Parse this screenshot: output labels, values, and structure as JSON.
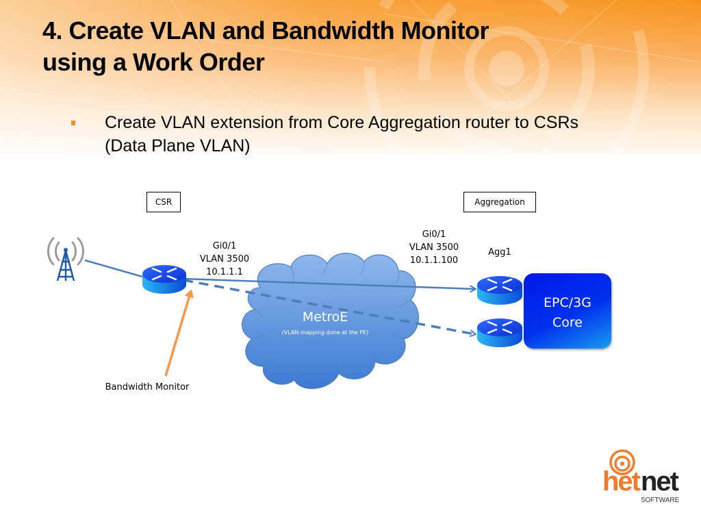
{
  "slide": {
    "title_line1": "4. Create VLAN and Bandwidth Monitor",
    "title_line2": "using a Work Order",
    "bullets": [
      {
        "line1": "Create VLAN extension from Core Aggregation router to CSRs",
        "line2": "(Data Plane VLAN)"
      }
    ],
    "accent_color": "#f58d2a"
  },
  "diagram": {
    "labels": {
      "csr": "CSR",
      "aggregation": "Aggregation",
      "agg1": "Agg1",
      "bandwidth_monitor": "Bandwidth Monitor"
    },
    "csr_interface": {
      "port": "Gi0/1",
      "vlan": "VLAN 3500",
      "ip": "10.1.1.1"
    },
    "agg_interface": {
      "port": "Gi0/1",
      "vlan": "VLAN 3500",
      "ip": "10.1.1.100"
    },
    "cloud": {
      "title": "MetroE",
      "subtitle": "(VLAN mapping done at the PE)"
    },
    "core": {
      "line1": "EPC/3G",
      "line2": "Core"
    },
    "icons": [
      "cell-tower-icon",
      "router-icon",
      "cloud-icon"
    ],
    "colors": {
      "link": "#4a7ebb",
      "monitor_arrow": "#f79646",
      "cloud": "#5b9bd5",
      "core": "#0024e8"
    }
  },
  "logo": {
    "part1": "het",
    "part2": "net",
    "tagline": "SOFTWARE"
  }
}
